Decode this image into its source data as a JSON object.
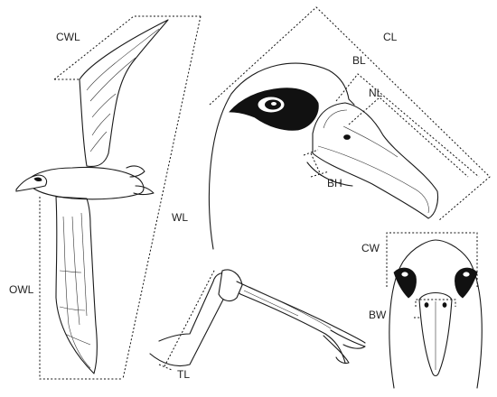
{
  "labels": {
    "cwl": "CWL",
    "wl": "WL",
    "owl": "OWL",
    "cl": "CL",
    "bl": "BL",
    "nl": "NL",
    "bh": "BH",
    "tl": "TL",
    "cw": "CW",
    "bw": "BW"
  },
  "colors": {
    "ink": "#1a1a1a",
    "background": "#ffffff"
  }
}
